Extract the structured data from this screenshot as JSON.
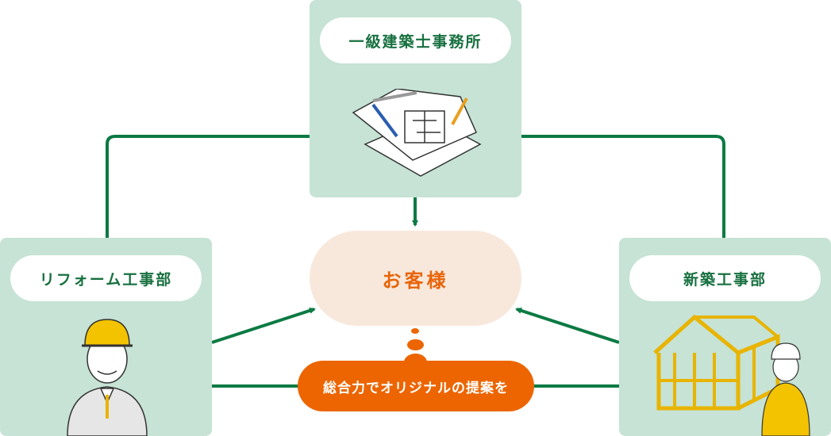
{
  "nodes": {
    "architect": {
      "label": "一級建築士事務所",
      "icon": "blueprint-icon"
    },
    "reform": {
      "label": "リフォーム工事部",
      "icon": "worker-icon"
    },
    "newbuild": {
      "label": "新築工事部",
      "icon": "house-frame-icon"
    },
    "customer": {
      "label": "お客様"
    },
    "proposal": {
      "label": "総合力でオリジナルの提案を"
    }
  },
  "colors": {
    "green": "#0b7a43",
    "box": "#c6e3d5",
    "orange": "#ec6500",
    "customer_bg": "#f8e8dc"
  }
}
